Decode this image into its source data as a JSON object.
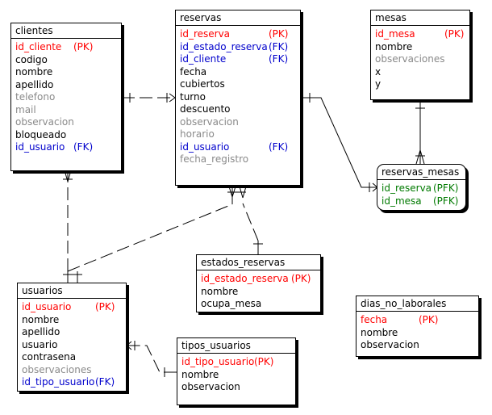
{
  "entities": {
    "clientes": {
      "title": "clientes",
      "fields": [
        {
          "name": "id_cliente",
          "tag": "(PK)",
          "kind": "k"
        },
        {
          "name": "codigo",
          "tag": "",
          "kind": "n"
        },
        {
          "name": "nombre",
          "tag": "",
          "kind": "n"
        },
        {
          "name": "apellido",
          "tag": "",
          "kind": "n"
        },
        {
          "name": "telefono",
          "tag": "",
          "kind": "o"
        },
        {
          "name": "mail",
          "tag": "",
          "kind": "o"
        },
        {
          "name": "observacion",
          "tag": "",
          "kind": "o"
        },
        {
          "name": "bloqueado",
          "tag": "",
          "kind": "n"
        },
        {
          "name": "id_usuario",
          "tag": "(FK)",
          "kind": "f"
        }
      ]
    },
    "reservas": {
      "title": "reservas",
      "fields": [
        {
          "name": "id_reserva",
          "tag": "(PK)",
          "kind": "k"
        },
        {
          "name": "id_estado_reserva",
          "tag": "(FK)",
          "kind": "f"
        },
        {
          "name": "id_cliente",
          "tag": "(FK)",
          "kind": "f"
        },
        {
          "name": "fecha",
          "tag": "",
          "kind": "n"
        },
        {
          "name": "cubiertos",
          "tag": "",
          "kind": "n"
        },
        {
          "name": "turno",
          "tag": "",
          "kind": "n"
        },
        {
          "name": "descuento",
          "tag": "",
          "kind": "n"
        },
        {
          "name": "observacion",
          "tag": "",
          "kind": "o"
        },
        {
          "name": "horario",
          "tag": "",
          "kind": "o"
        },
        {
          "name": "id_usuario",
          "tag": "(FK)",
          "kind": "f"
        },
        {
          "name": "fecha_registro",
          "tag": "",
          "kind": "o"
        }
      ]
    },
    "mesas": {
      "title": "mesas",
      "fields": [
        {
          "name": "id_mesa",
          "tag": "(PK)",
          "kind": "k"
        },
        {
          "name": "nombre",
          "tag": "",
          "kind": "n"
        },
        {
          "name": "observaciones",
          "tag": "",
          "kind": "o"
        },
        {
          "name": "x",
          "tag": "",
          "kind": "n"
        },
        {
          "name": "y",
          "tag": "",
          "kind": "n"
        }
      ]
    },
    "reservas_mesas": {
      "title": "reservas_mesas",
      "fields": [
        {
          "name": "id_reserva",
          "tag": "(PFK)",
          "kind": "p"
        },
        {
          "name": "id_mesa",
          "tag": "(PFK)",
          "kind": "p"
        }
      ]
    },
    "estados_reservas": {
      "title": "estados_reservas",
      "fields": [
        {
          "name": "id_estado_reserva",
          "tag": "(PK)",
          "kind": "k"
        },
        {
          "name": "nombre",
          "tag": "",
          "kind": "n"
        },
        {
          "name": "ocupa_mesa",
          "tag": "",
          "kind": "n"
        }
      ]
    },
    "usuarios": {
      "title": "usuarios",
      "fields": [
        {
          "name": "id_usuario",
          "tag": "(PK)",
          "kind": "k"
        },
        {
          "name": "nombre",
          "tag": "",
          "kind": "n"
        },
        {
          "name": "apellido",
          "tag": "",
          "kind": "n"
        },
        {
          "name": "usuario",
          "tag": "",
          "kind": "n"
        },
        {
          "name": "contrasena",
          "tag": "",
          "kind": "n"
        },
        {
          "name": "observaciones",
          "tag": "",
          "kind": "o"
        },
        {
          "name": "id_tipo_usuario",
          "tag": "(FK)",
          "kind": "f"
        }
      ]
    },
    "tipos_usuarios": {
      "title": "tipos_usuarios",
      "fields": [
        {
          "name": "id_tipo_usuario",
          "tag": "(PK)",
          "kind": "k"
        },
        {
          "name": "nombre",
          "tag": "",
          "kind": "n"
        },
        {
          "name": "observacion",
          "tag": "",
          "kind": "n"
        }
      ]
    },
    "dias_no_laborales": {
      "title": "dias_no_laborales",
      "fields": [
        {
          "name": "fecha",
          "tag": "(PK)",
          "kind": "k"
        },
        {
          "name": "nombre",
          "tag": "",
          "kind": "n"
        },
        {
          "name": "observacion",
          "tag": "",
          "kind": "n"
        }
      ]
    }
  },
  "colors": {
    "primary_key": "#ff0000",
    "foreign_key": "#0000cc",
    "primary_foreign_key": "#007a00",
    "optional": "#8a8a8a",
    "normal": "#000000"
  },
  "relationships": [
    {
      "from": "clientes",
      "to": "reservas",
      "style": "dashed",
      "ends": "one-to-many"
    },
    {
      "from": "reservas",
      "to": "reservas_mesas",
      "style": "solid",
      "ends": "one-to-many"
    },
    {
      "from": "mesas",
      "to": "reservas_mesas",
      "style": "solid",
      "ends": "one-to-many"
    },
    {
      "from": "estados_reservas",
      "to": "reservas",
      "style": "dashed",
      "ends": "one-to-many"
    },
    {
      "from": "usuarios",
      "to": "reservas",
      "style": "dashed",
      "ends": "one-to-many"
    },
    {
      "from": "usuarios",
      "to": "clientes",
      "style": "dashed",
      "ends": "one-to-many"
    },
    {
      "from": "tipos_usuarios",
      "to": "usuarios",
      "style": "dashed",
      "ends": "one-to-many"
    }
  ]
}
